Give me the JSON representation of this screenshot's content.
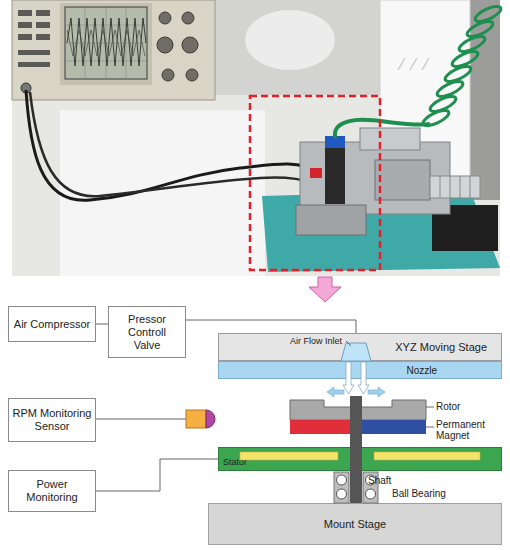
{
  "diagram": {
    "nodes": [
      {
        "text": [
          "Air Compressor"
        ]
      },
      {
        "text": [
          "Pressor Controll Valve"
        ]
      },
      {
        "text": [
          "XYZ Moving Stage"
        ]
      },
      {
        "text": [
          "Nozzle"
        ]
      },
      {
        "text": [
          "RPM Monitoring Sensor"
        ]
      },
      {
        "text": [
          "Stator"
        ]
      },
      {
        "text": [
          "Power Monitoring"
        ]
      },
      {
        "text": [
          "Mount Stage"
        ]
      }
    ],
    "edges": [
      {
        "from": 0,
        "to": 1,
        "arrow": "none"
      },
      {
        "from": 1,
        "to": 2,
        "arrow": "none"
      },
      {
        "from": 6,
        "to": 5,
        "arrow": "none"
      }
    ],
    "labels": [
      "Air Flow Inlet",
      "Rotor",
      "Permanent Magnet",
      "Shaft",
      "Ball Bearing"
    ]
  }
}
